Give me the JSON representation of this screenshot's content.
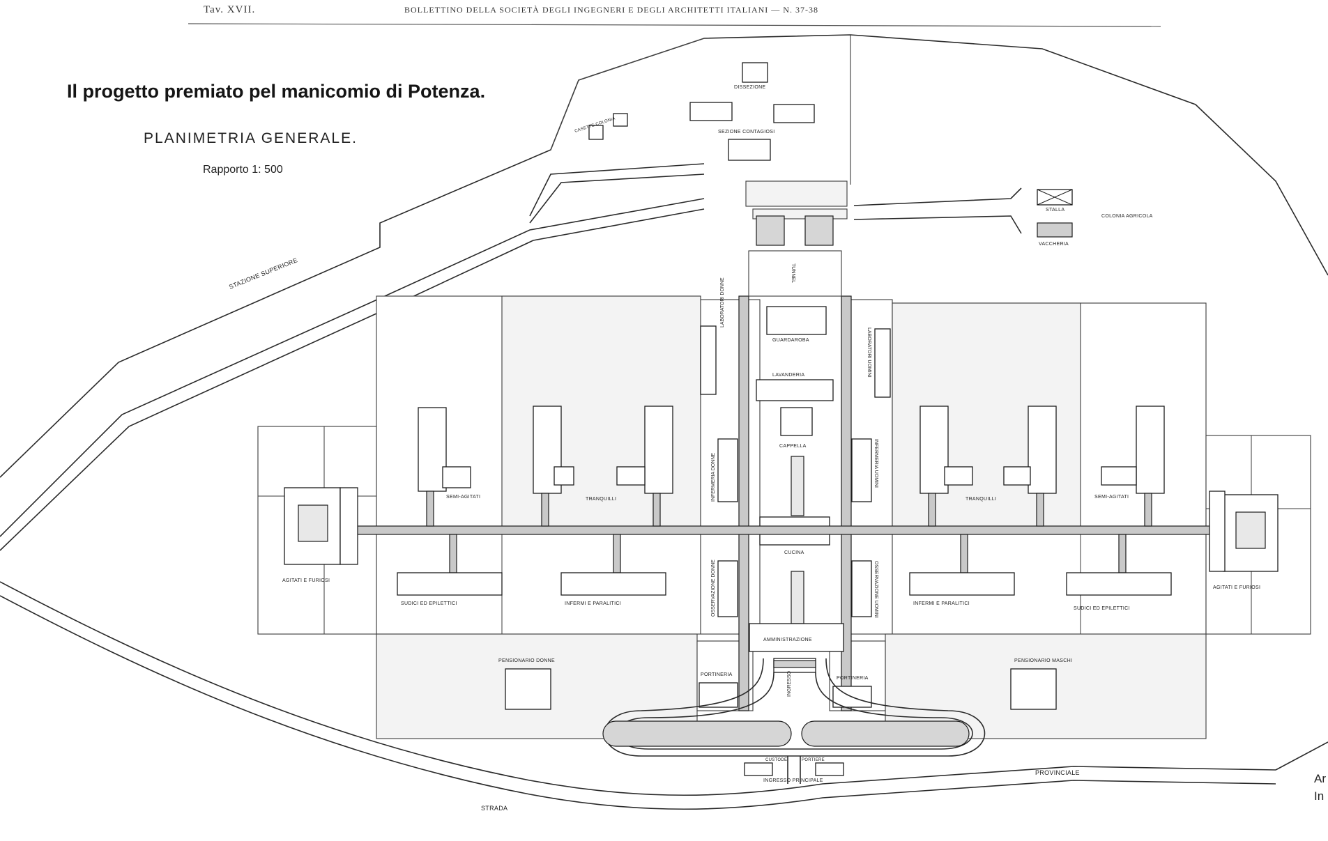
{
  "header": {
    "plate_number": "Tav. XVII.",
    "journal": "BOLLETTINO DELLA SOCIETÀ DEGLI INGEGNERI E DEGLI ARCHITETTI ITALIANI — N. 37-38"
  },
  "title": "Il progetto premiato pel manicomio di Potenza.",
  "subtitle": "PLANIMETRIA GENERALE.",
  "scale": "Rapporto 1: 500",
  "roads": {
    "upper": "STAZIONE SUPERIORE",
    "lower_left": "STRADA",
    "lower_right": "PROVINCIALE"
  },
  "labels": {
    "dissezione": "DISSEZIONE",
    "sezione_contagiosi": "SEZIONE CONTAGIOSI",
    "casette_colonia": "CASETTE COLONIA",
    "stalla": "STALLA",
    "vaccheria": "VACCHERIA",
    "colonia_agricola": "COLONIA AGRICOLA",
    "tunnel": "TUNNEL",
    "guardaroba": "GUARDAROBA",
    "lavanderia": "LAVANDERIA",
    "cappella": "CAPPELLA",
    "cucina": "CUCINA",
    "laboratori_donne": "LABORATORI DONNE",
    "laboratori_uomini": "LABORATORI UOMINI",
    "infermeria_donne": "INFERMERIA DONNE",
    "infermeria_uomini": "INFERMERIA UOMINI",
    "semi_agitati_l": "SEMI-AGITATI",
    "tranquilli_l": "TRANQUILLI",
    "tranquilli_r": "TRANQUILLI",
    "semi_agitati_r": "SEMI-AGITATI",
    "agitati_left": "AGITATI E FURIOSI",
    "agitati_right": "AGITATI E FURIOSI",
    "sudici_left": "SUDICI ED EPILETTICI",
    "infermi_left": "INFERMI E PARALITICI",
    "infermi_right": "INFERMI E PARALITICI",
    "sudici_right": "SUDICI ED EPILETTICI",
    "pensionario_left": "PENSIONARIO DONNE",
    "pensionario_right": "PENSIONARIO MASCHI",
    "osservazione_left": "OSSERVAZIONE DONNE",
    "osservazione_right": "OSSERVAZIONE UOMINI",
    "amministrazione": "AMMINISTRAZIONE",
    "portineria_left": "PORTINERIA",
    "portineria_right": "PORTINERIA",
    "ingresso": "INGRESSO",
    "ingresso_principale": "INGRESSO PRINCIPALE",
    "custode": "CUSTODE",
    "portiere": "PORTIERE"
  },
  "edge_text": {
    "line1": "Ar",
    "line2": "In"
  }
}
